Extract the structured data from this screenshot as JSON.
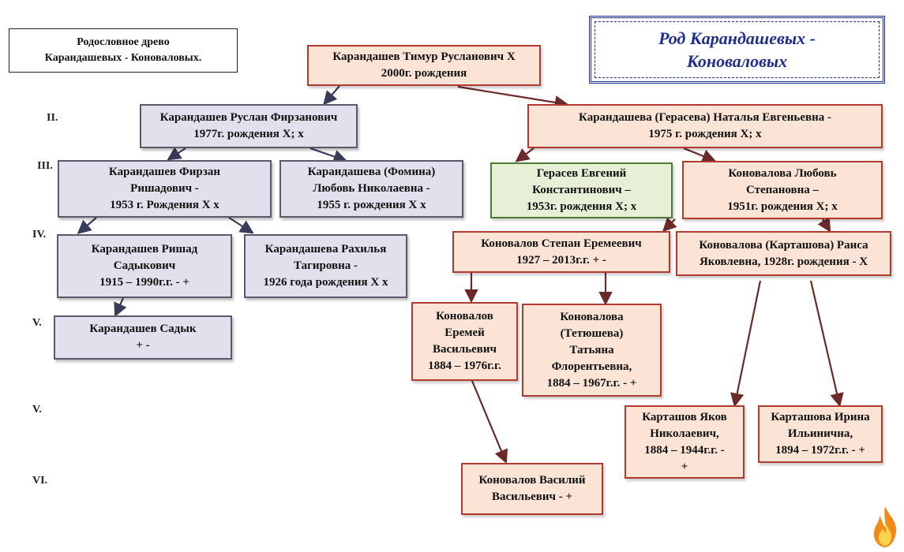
{
  "title_box": "Родословное древо\nКарандашевых - Коноваловых.",
  "banner": "Род Карандашевых -\nКоноваловых",
  "generations": [
    "II.",
    "III.",
    "IV.",
    "V.",
    "V.",
    "VI."
  ],
  "persons": {
    "timur": "Карандашев Тимур Русланович Х \n2000г. рождения",
    "ruslan": "Карандашев Руслан Фирзанович\n1977г. рождения Х; х",
    "natalia": "Карандашева (Герасева) Наталья Евгеньевна -\n1975 г. рождения Х; х",
    "firzan": "Карандашев Фирзан\nРишадович -\n1953 г. Рождения Х х",
    "lyubov_fomina": "Карандашева (Фомина)\nЛюбовь Николаевна -\n1955 г.  рождения Х х",
    "gerasev": "Герасев Евгений\nКонстантинович –\n1953г. рождения Х; х",
    "lyubov_konovalova": "Коновалова Любовь\nСтепановна –\n1951г. рождения Х; х",
    "rishad": "Карандашев Ришад\nСадыкович\n1915 – 1990г.г. - +",
    "rakhilya": "Карандашева Рахилья\nТагировна -\n1926 года рождения Х х",
    "stepan": "Коновалов Степан Еремеевич\n1927 – 2013г.г. + -",
    "raisa": "Коновалова (Карташова) Раиса\nЯковлевна, 1928г. рождения - Х",
    "sadyk": "Карандашев Садык\n+ -",
    "eremey": "Коновалов\nЕремей\nВасильевич\n1884 – 1976г.г.",
    "tatyana": "Коновалова\n(Тетюшева)\nТатьяна\nФлорентьевна,\n1884 – 1967г.г. - +",
    "yakov": "Карташов Яков\nНиколаевич,\n1884 – 1944г.г. -\n+",
    "irina": "Карташова Ирина\nИльинична,\n1894 – 1972г.г. - +",
    "vasily": "Коновалов Василий\nВасильевич - +"
  },
  "colors": {
    "arrow": "#6b2a2a",
    "arrow_dark": "#3a3a5a",
    "banner": "#1f2f8a",
    "flame": "#f08a1c"
  },
  "icons": {
    "logo": "flame-icon"
  }
}
